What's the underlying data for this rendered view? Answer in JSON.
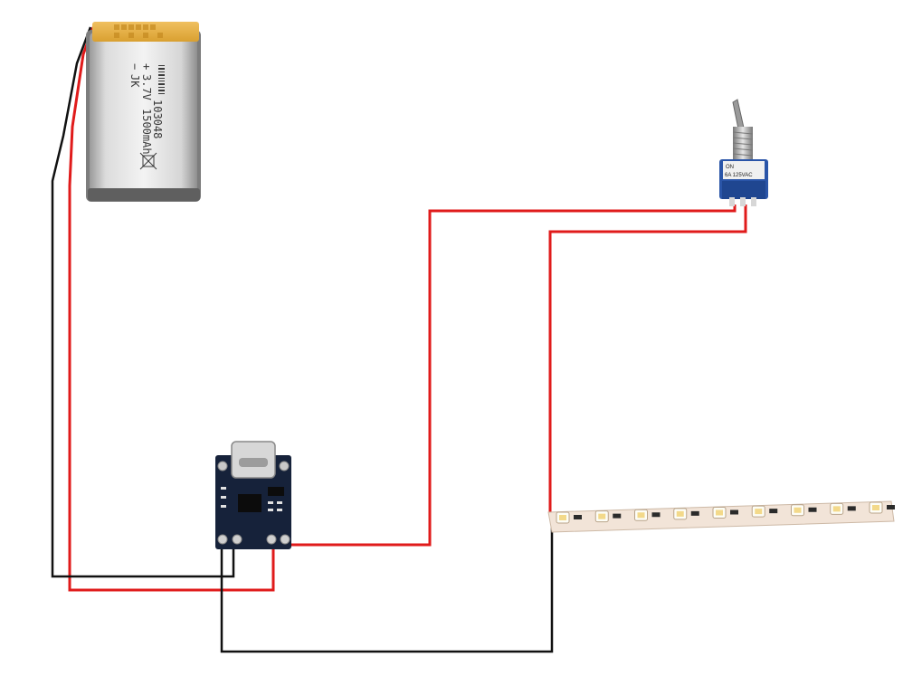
{
  "battery": {
    "brand": "JK",
    "model": "103048",
    "voltage": "3.7V",
    "capacity": "1500mAh",
    "minus": "−",
    "plus": "+"
  },
  "switch": {
    "on_label": "ON",
    "rating": "6A 125VAC"
  },
  "wires": {
    "red_color": "#e01b1b",
    "black_color": "#111111"
  },
  "led_strip": {
    "led_count": 9
  }
}
